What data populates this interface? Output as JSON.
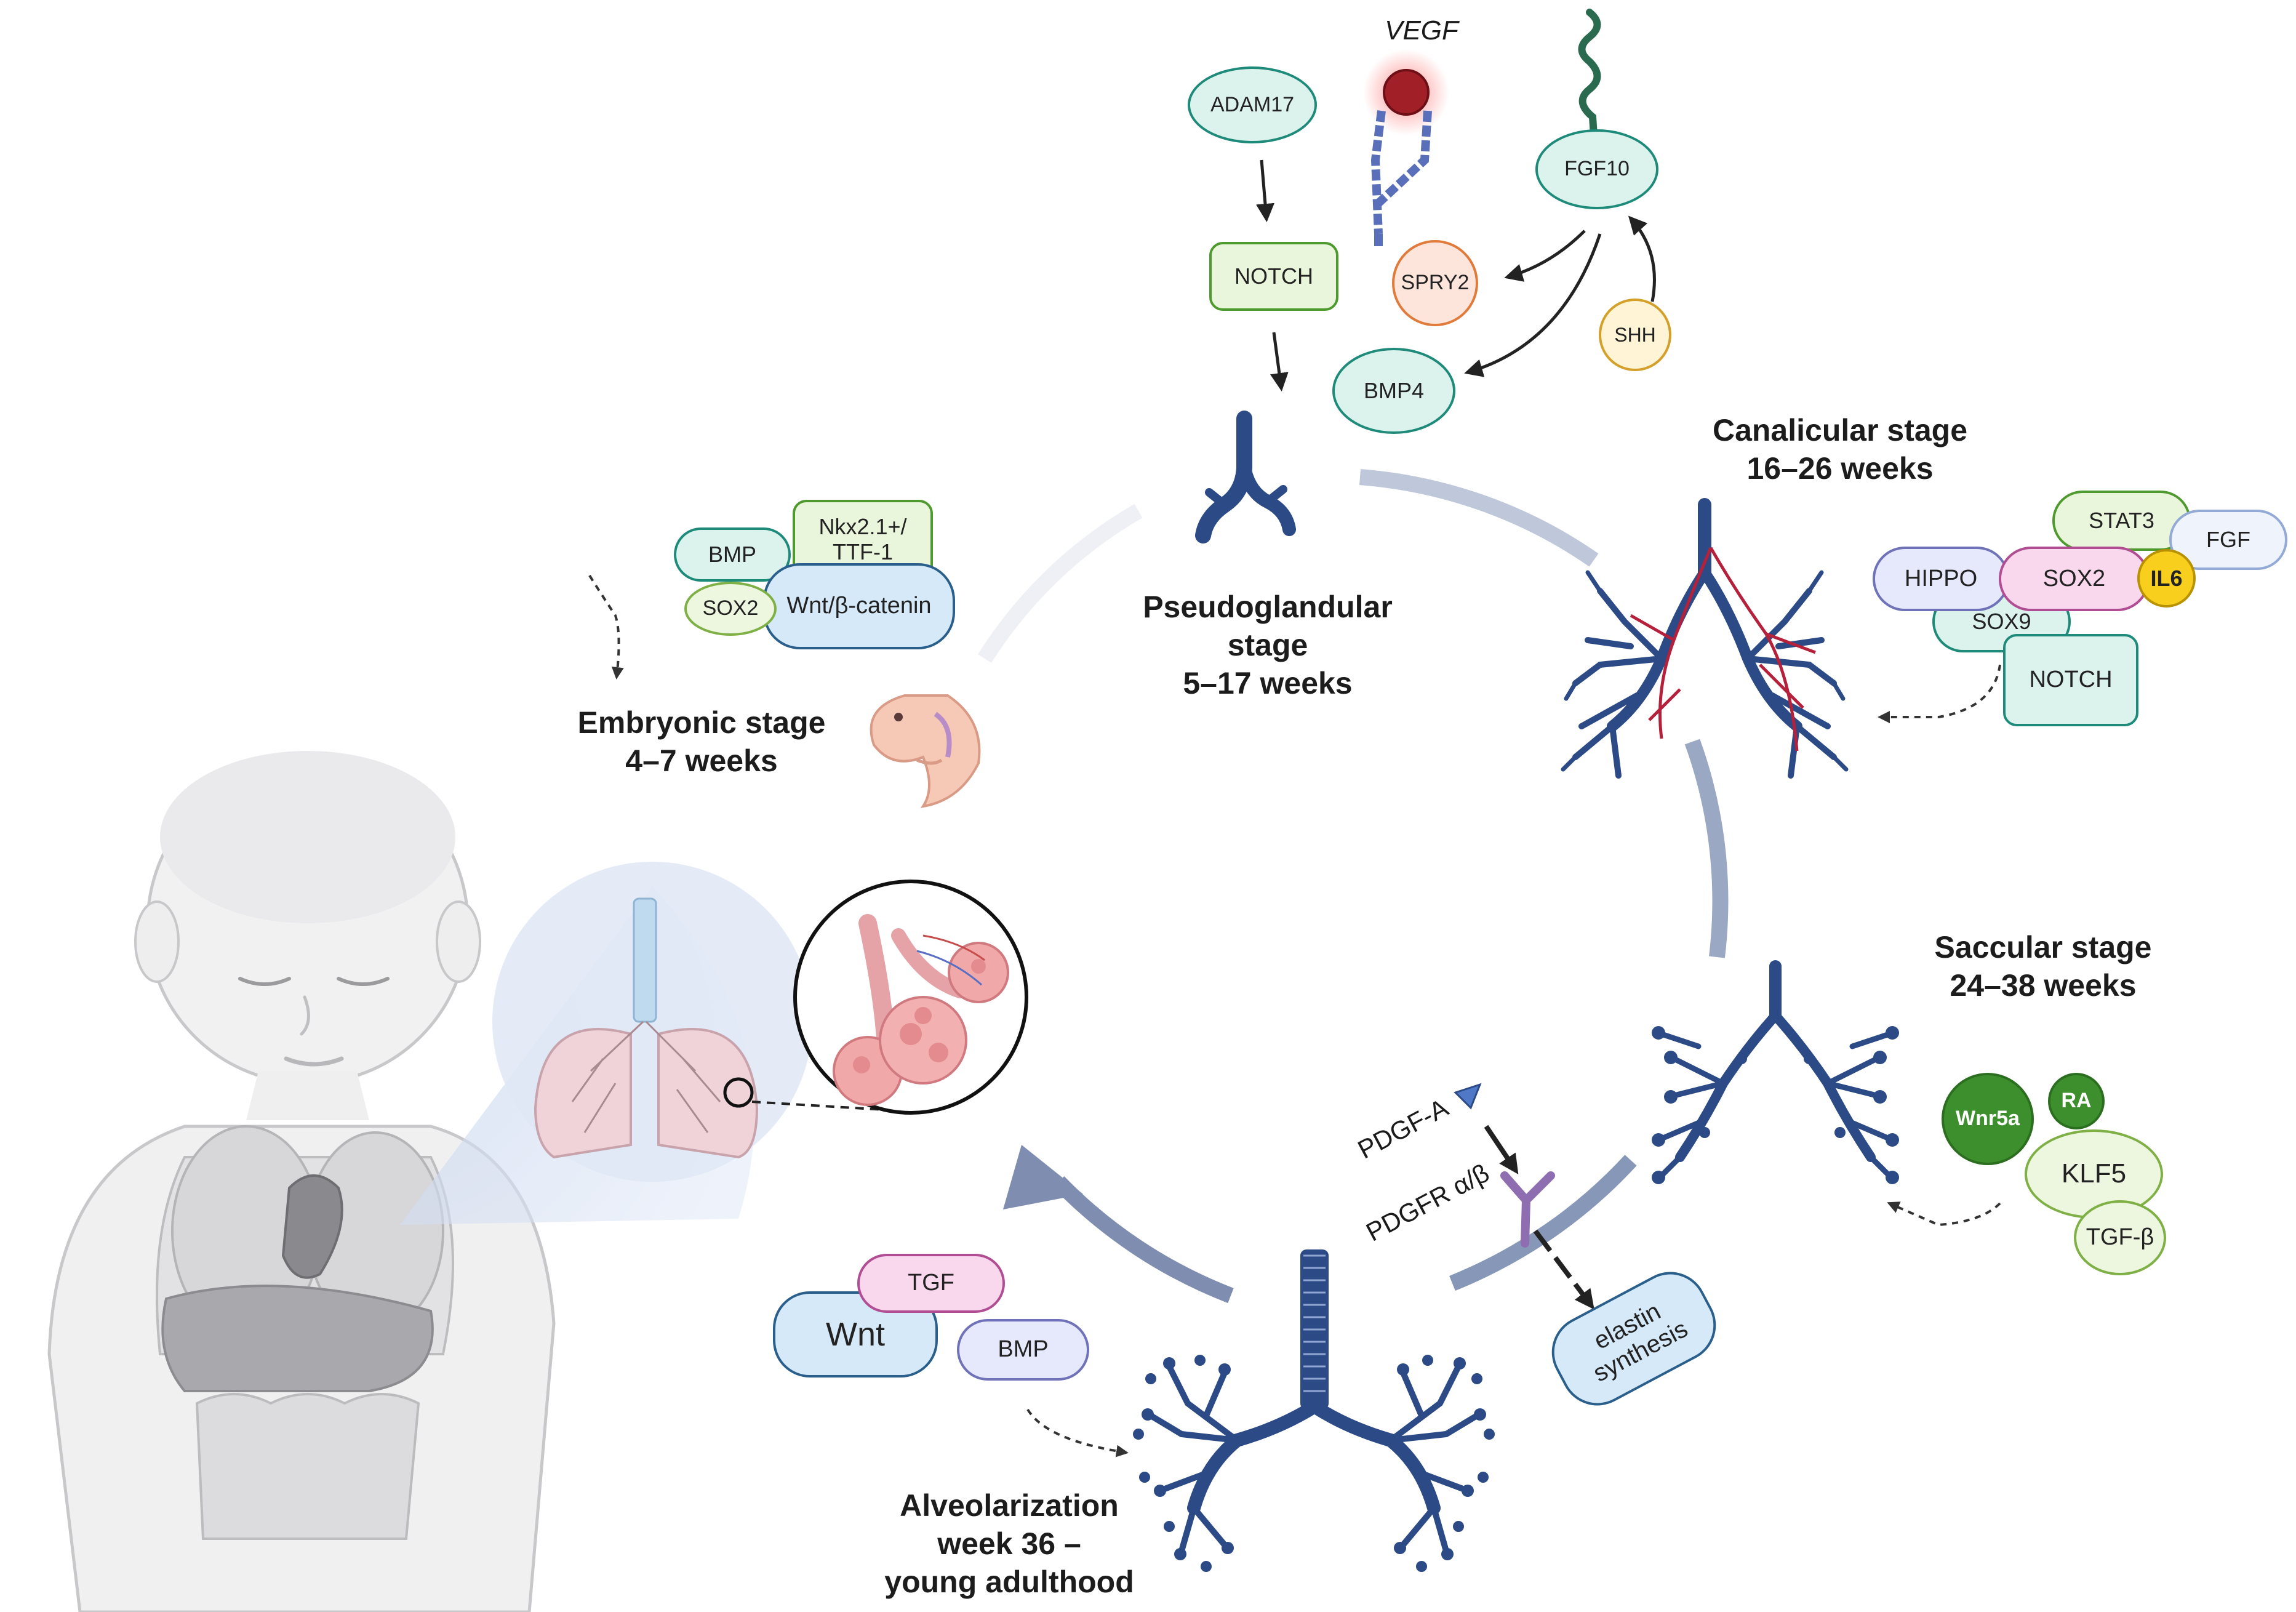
{
  "stages": {
    "pseudoglandular": "Pseudoglandular\nstage\n5–17 weeks",
    "canalicular": "Canalicular stage\n16–26 weeks",
    "saccular": "Saccular stage\n24–38 weeks",
    "alveolarization": "Alveolarization\nweek 36 –\nyoung adulthood",
    "embryonic": "Embryonic stage\n4–7 weeks"
  },
  "pseudoglandular_factors": {
    "adam17": "ADAM17",
    "notch": "NOTCH",
    "vegf": "VEGF",
    "fgf10": "FGF10",
    "spry2": "SPRY2",
    "shh": "SHH",
    "bmp4": "BMP4"
  },
  "embryonic_factors": {
    "bmp": "BMP",
    "nkx": "Nkx2.1+/\nTTF-1",
    "sox2": "SOX2",
    "wnt": "Wnt/β-catenin"
  },
  "canalicular_factors": {
    "stat3": "STAT3",
    "fgf": "FGF",
    "hippo": "HIPPO",
    "sox2": "SOX2",
    "il6": "IL6",
    "sox9": "SOX9",
    "notch": "NOTCH"
  },
  "saccular_factors": {
    "wnr5a": "Wnr5a",
    "ra": "RA",
    "klf5": "KLF5",
    "tgfb": "TGF-β"
  },
  "alveolar_factors": {
    "tgf": "TGF",
    "wnt": "Wnt",
    "bmp": "BMP"
  },
  "pdgf": {
    "ligand": "PDGF-A",
    "receptor": "PDGFR α/β",
    "product": "elastin\nsynthesis"
  }
}
